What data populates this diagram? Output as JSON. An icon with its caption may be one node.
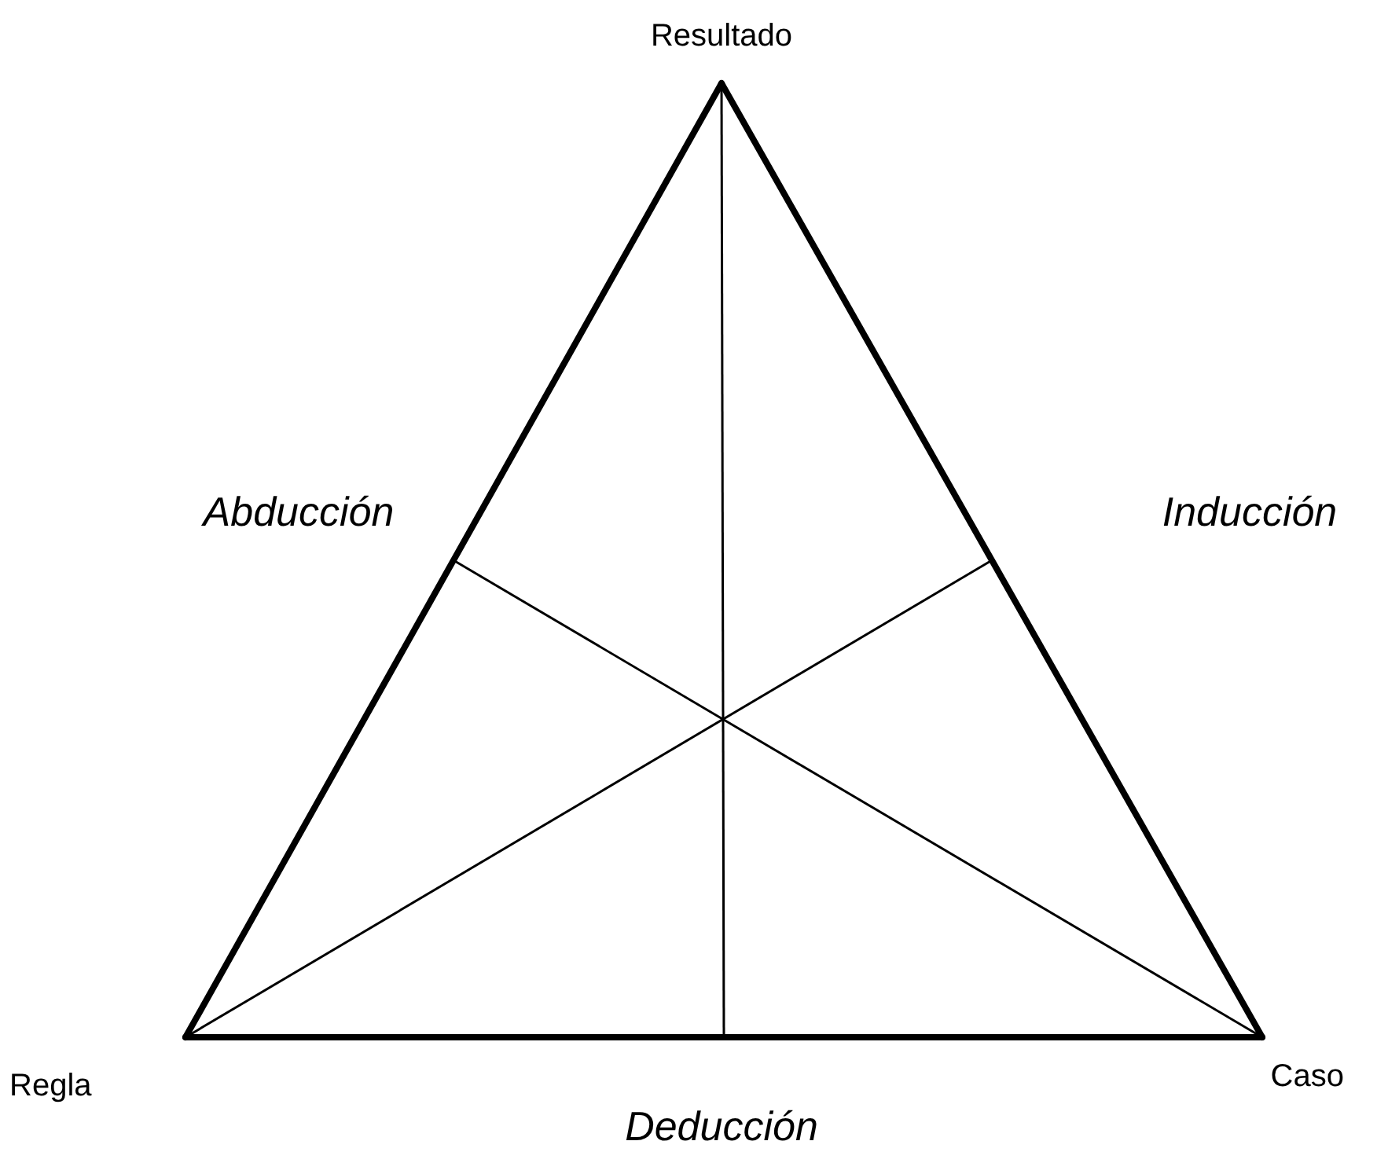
{
  "diagram": {
    "nodes": [
      {
        "text": [
          "Resultado"
        ]
      },
      {
        "text": [
          "Regla"
        ]
      },
      {
        "text": [
          "Caso"
        ]
      }
    ],
    "edges": [
      {
        "from": 1,
        "to": 0,
        "arrow": "none",
        "label": "Abducción"
      },
      {
        "from": 0,
        "to": 2,
        "arrow": "none",
        "label": "Inducción"
      },
      {
        "from": 1,
        "to": 2,
        "arrow": "none",
        "label": "Deducción"
      }
    ]
  }
}
